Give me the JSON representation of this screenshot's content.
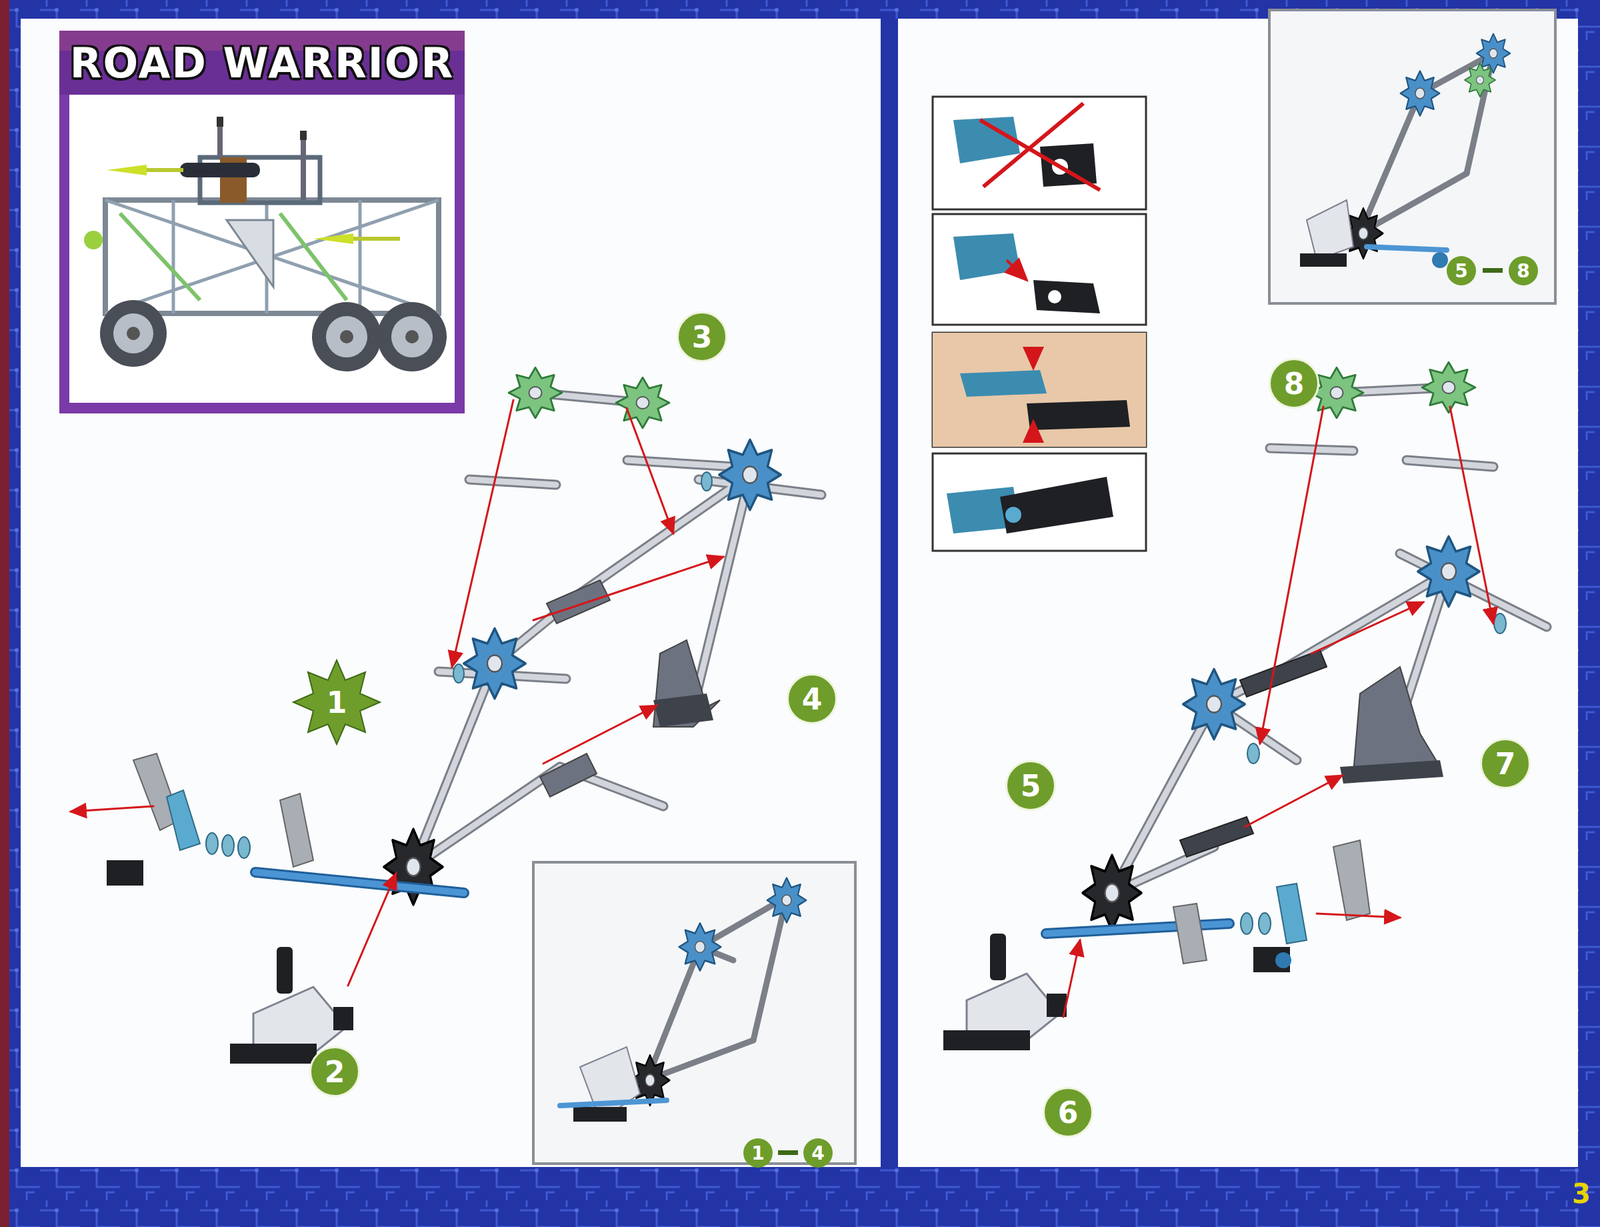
{
  "diagram": {
    "title": "ROAD WARRIOR",
    "labels": [
      "1",
      "2",
      "3",
      "4",
      "5",
      "6",
      "7",
      "8",
      "1",
      "4",
      "5",
      "8",
      "3"
    ]
  }
}
